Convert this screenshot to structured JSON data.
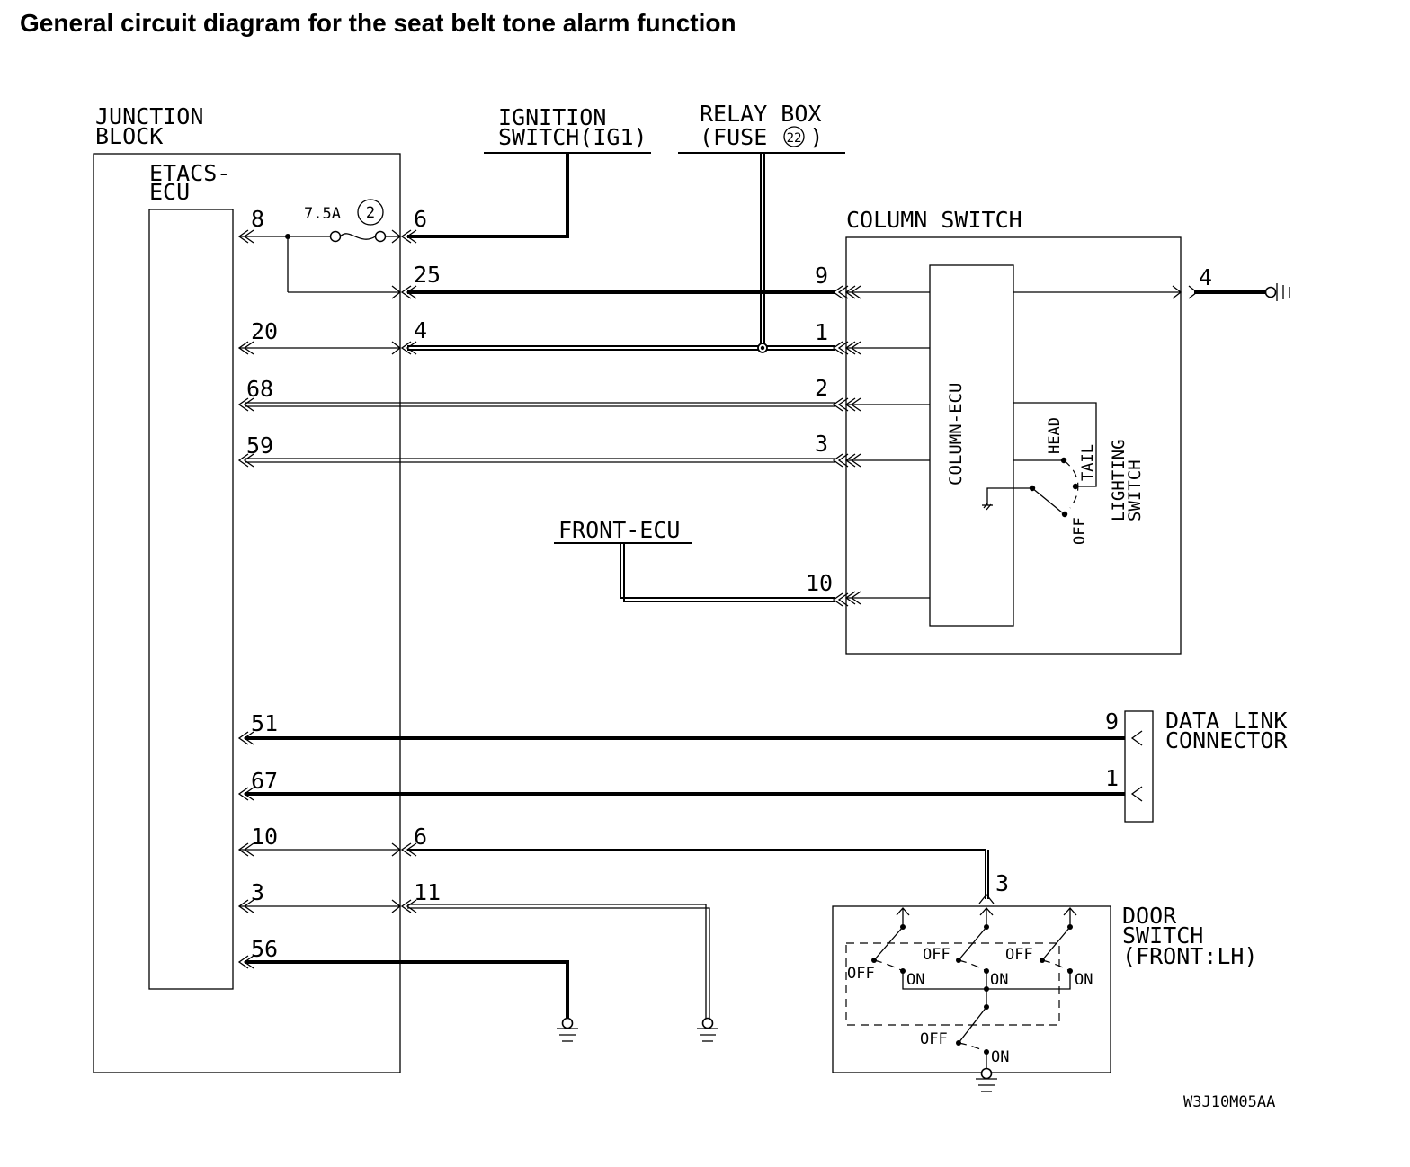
{
  "title": "General circuit diagram for the seat belt tone alarm function",
  "figure_id": "W3J10M05AA",
  "junction_block": {
    "label_line1": "JUNCTION",
    "label_line2": "BLOCK",
    "ecu_line1": "ETACS-",
    "ecu_line2": "ECU",
    "fuse_rating": "7.5A",
    "fuse_number": "2",
    "pins": {
      "p8": "8",
      "p6": "6",
      "p25": "25",
      "p20": "20",
      "p4": "4",
      "p68": "68",
      "p59": "59",
      "p51": "51",
      "p67": "67",
      "p10": "10",
      "p6b": "6",
      "p3": "3",
      "p11": "11",
      "p56": "56"
    }
  },
  "ignition_switch": {
    "line1": "IGNITION",
    "line2": "SWITCH(IG1)"
  },
  "relay_box": {
    "line1": "RELAY BOX",
    "line2_prefix": "(FUSE ",
    "fuse_number": "22",
    "line2_suffix": ")"
  },
  "front_ecu": {
    "label": "FRONT-ECU"
  },
  "column_switch": {
    "label": "COLUMN SWITCH",
    "ecu_label": "COLUMN-ECU",
    "lighting_line1": "LIGHTING",
    "lighting_line2": "SWITCH",
    "head": "HEAD",
    "tail": "TAIL",
    "off": "OFF",
    "pins": {
      "p9": "9",
      "p1": "1",
      "p2": "2",
      "p3": "3",
      "p10": "10",
      "p4": "4"
    }
  },
  "data_link_connector": {
    "line1": "DATA LINK",
    "line2": "CONNECTOR",
    "pins": {
      "p9": "9",
      "p1": "1"
    }
  },
  "door_switch": {
    "line1": "DOOR",
    "line2": "SWITCH",
    "line3": "(FRONT:LH)",
    "pin": "3",
    "off": "OFF",
    "on": "ON"
  }
}
